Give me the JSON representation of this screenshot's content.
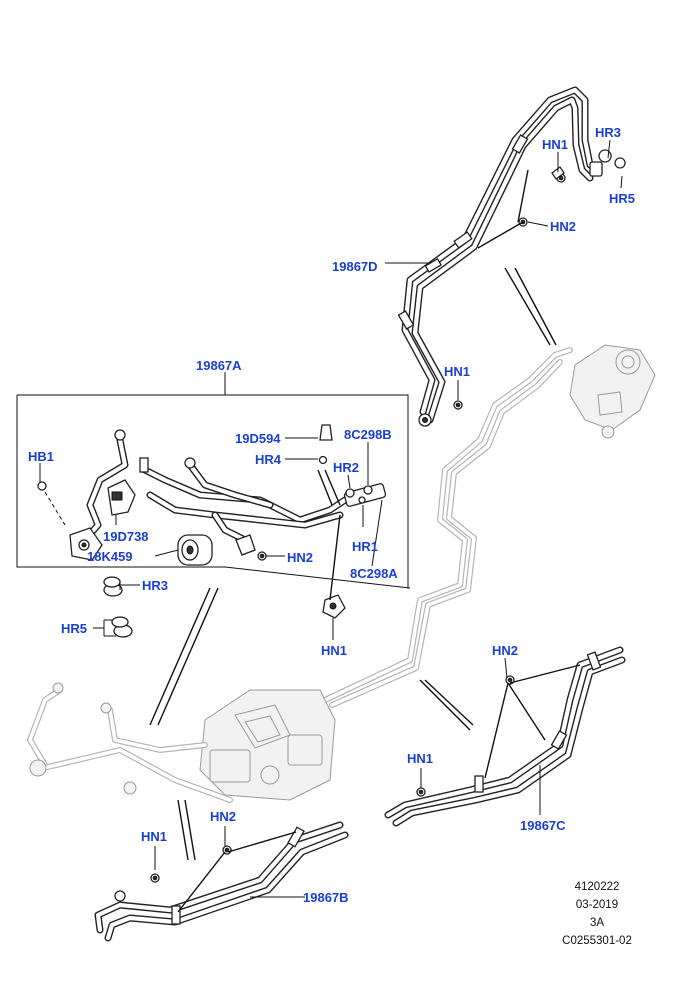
{
  "callouts": {
    "hn1_top": "HN1",
    "hr3_top": "HR3",
    "hr5_top": "HR5",
    "hn2_top": "HN2",
    "c19867d": "19867D",
    "hn1_mid": "HN1",
    "c19867a": "19867A",
    "c19d594": "19D594",
    "c8c298b": "8C298B",
    "hb1": "HB1",
    "hr4": "HR4",
    "hr2": "HR2",
    "c19d738": "19D738",
    "hr1": "HR1",
    "c18k459": "18K459",
    "hn2_box": "HN2",
    "c8c298a": "8C298A",
    "hr3_box": "HR3",
    "hr5_box": "HR5",
    "hn1_below": "HN1",
    "hn2_right": "HN2",
    "hn1_right": "HN1",
    "c19867c": "19867C",
    "hn1_bottom": "HN1",
    "hn2_bottom": "HN2",
    "c19867b": "19867B"
  },
  "reference": {
    "code": "4120222",
    "date": "03-2019",
    "revision": "3A",
    "drawing_number": "C0255301-02"
  },
  "colors": {
    "callout": "#1a3fd6",
    "line": "#222222",
    "ghost": "#b5b5b5"
  }
}
